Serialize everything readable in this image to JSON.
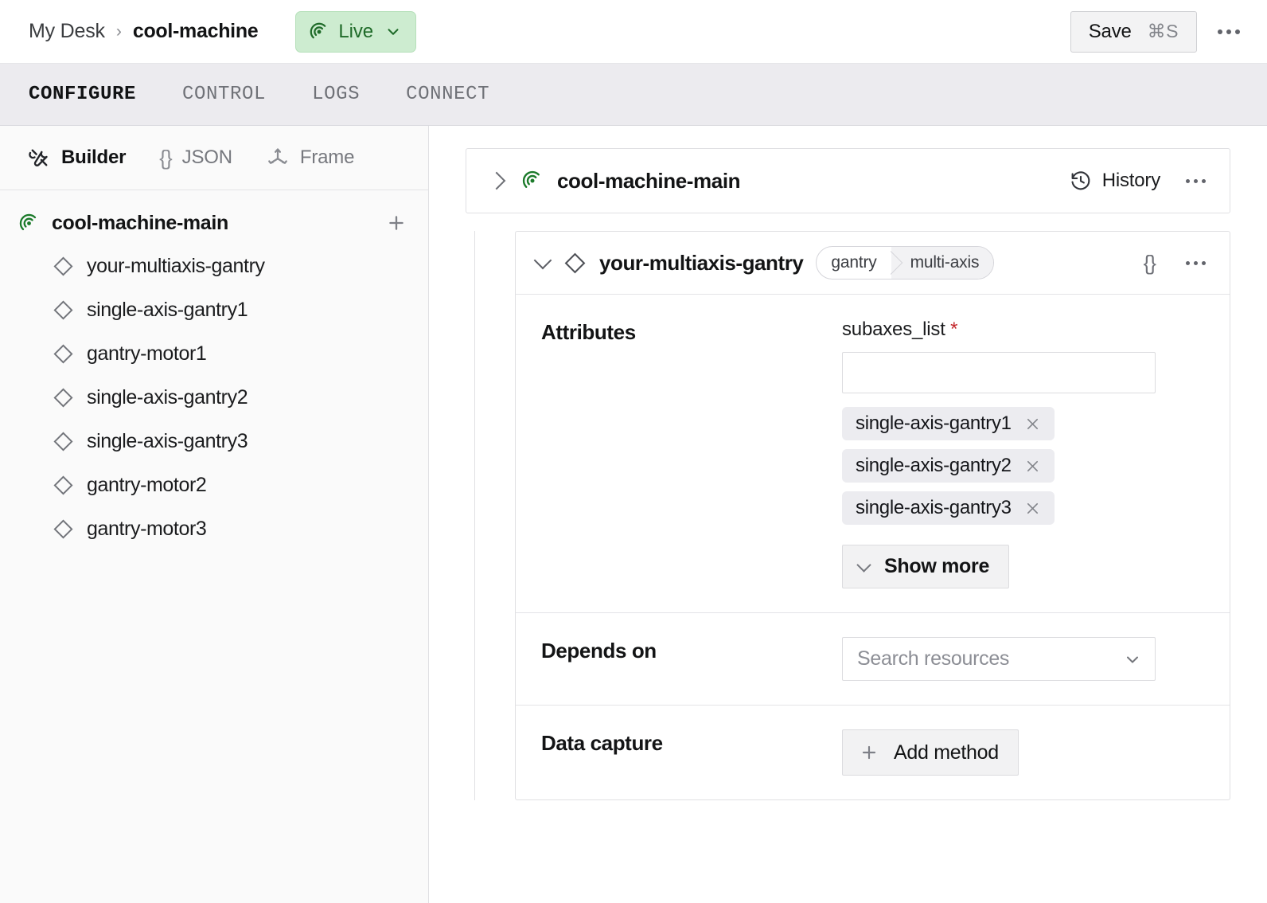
{
  "header": {
    "breadcrumb_root": "My Desk",
    "breadcrumb_sep": "›",
    "breadcrumb_current": "cool-machine",
    "live_label": "Live",
    "live_icon": "broadcast-icon",
    "live_bg": "#cdecd0",
    "live_text_color": "#1f6b29",
    "save_label": "Save",
    "save_shortcut": "⌘S",
    "more_icon": "ellipsis-icon"
  },
  "tabs": [
    {
      "label": "CONFIGURE",
      "active": true
    },
    {
      "label": "CONTROL",
      "active": false
    },
    {
      "label": "LOGS",
      "active": false
    },
    {
      "label": "CONNECT",
      "active": false
    }
  ],
  "sidebar": {
    "view_tabs": [
      {
        "label": "Builder",
        "icon": "tools-icon",
        "active": true
      },
      {
        "label": "JSON",
        "icon": "braces-icon",
        "active": false
      },
      {
        "label": "Frame",
        "icon": "axes-icon",
        "active": false
      }
    ],
    "tree_root": {
      "label": "cool-machine-main",
      "icon": "broadcast-icon",
      "add_icon": "plus-icon"
    },
    "tree_items": [
      {
        "label": "your-multiaxis-gantry",
        "icon": "diamond-icon"
      },
      {
        "label": "single-axis-gantry1",
        "icon": "diamond-icon"
      },
      {
        "label": "gantry-motor1",
        "icon": "diamond-icon"
      },
      {
        "label": "single-axis-gantry2",
        "icon": "diamond-icon"
      },
      {
        "label": "single-axis-gantry3",
        "icon": "diamond-icon"
      },
      {
        "label": "gantry-motor2",
        "icon": "diamond-icon"
      },
      {
        "label": "gantry-motor3",
        "icon": "diamond-icon"
      }
    ]
  },
  "main": {
    "machine_card": {
      "expand_icon": "chevron-right-icon",
      "machine_icon": "broadcast-icon",
      "title": "cool-machine-main",
      "history_label": "History",
      "history_icon": "clock-rewind-icon",
      "more_icon": "ellipsis-icon"
    },
    "resource_card": {
      "collapse_icon": "chevron-down-icon",
      "resource_icon": "diamond-icon",
      "title": "your-multiaxis-gantry",
      "badge_primary": "gantry",
      "badge_secondary": "multi-axis",
      "json_icon": "braces-icon",
      "more_icon": "ellipsis-icon",
      "sections": {
        "attributes": {
          "label": "Attributes",
          "field_name": "subaxes_list",
          "required_mark": "*",
          "input_value": "",
          "chips": [
            {
              "label": "single-axis-gantry1",
              "remove_icon": "close-icon"
            },
            {
              "label": "single-axis-gantry2",
              "remove_icon": "close-icon"
            },
            {
              "label": "single-axis-gantry3",
              "remove_icon": "close-icon"
            }
          ],
          "show_more_label": "Show more",
          "show_more_icon": "chevron-down-icon"
        },
        "depends_on": {
          "label": "Depends on",
          "placeholder": "Search resources",
          "caret_icon": "chevron-down-icon"
        },
        "data_capture": {
          "label": "Data capture",
          "add_label": "Add method",
          "add_icon": "plus-icon"
        }
      }
    }
  }
}
